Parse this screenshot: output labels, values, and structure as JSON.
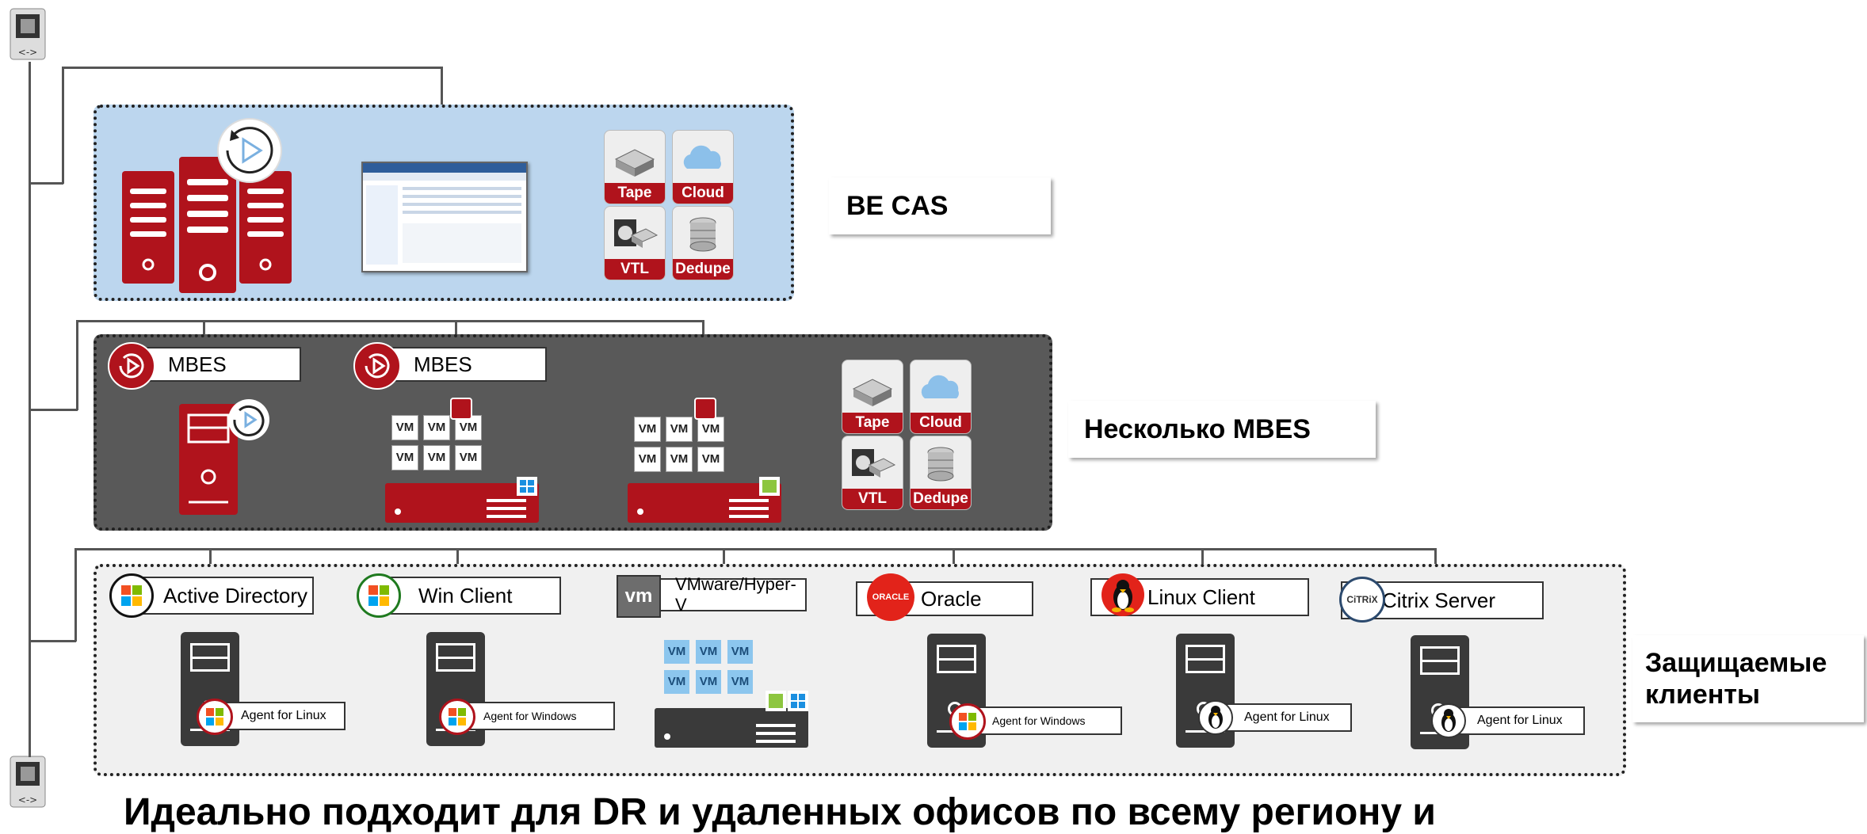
{
  "sections": {
    "cas": {
      "label": "BE CAS"
    },
    "mbes": {
      "label": "Несколько MBES",
      "server1": "MBES",
      "server2": "MBES"
    },
    "clients": {
      "label": "Защищаемые клиенты"
    }
  },
  "storage": [
    "Tape",
    "Cloud",
    "VTL",
    "Dedupe"
  ],
  "vm_label": "VM",
  "vm_logo": "vm",
  "clients": [
    {
      "name": "Active Directory",
      "agent": "Agent for Linux",
      "icon": "windows-logo-icon"
    },
    {
      "name": "Win Client",
      "agent": "Agent for Windows",
      "icon": "windows-logo-icon"
    },
    {
      "name": "VMware/Hyper-V",
      "icon": "vmware-logo-icon"
    },
    {
      "name": "Oracle",
      "agent": "Agent for Windows",
      "icon": "oracle-logo-icon",
      "logo_text": "ORACLE"
    },
    {
      "name": "Linux Client",
      "agent": "Agent for Linux",
      "icon": "linux-penguin-icon"
    },
    {
      "name": "Citrix Server",
      "agent": "Agent for Linux",
      "icon": "citrix-logo-icon",
      "logo_text": "CiTRiX"
    }
  ],
  "footer": {
    "text": "Идеально подходит для DR и удаленных офисов по всему региону и"
  },
  "colors": {
    "brand_red": "#b0131c",
    "cas_bg": "#bcd6ee",
    "mbes_bg": "#595959",
    "clients_bg": "#f0f0f0"
  }
}
